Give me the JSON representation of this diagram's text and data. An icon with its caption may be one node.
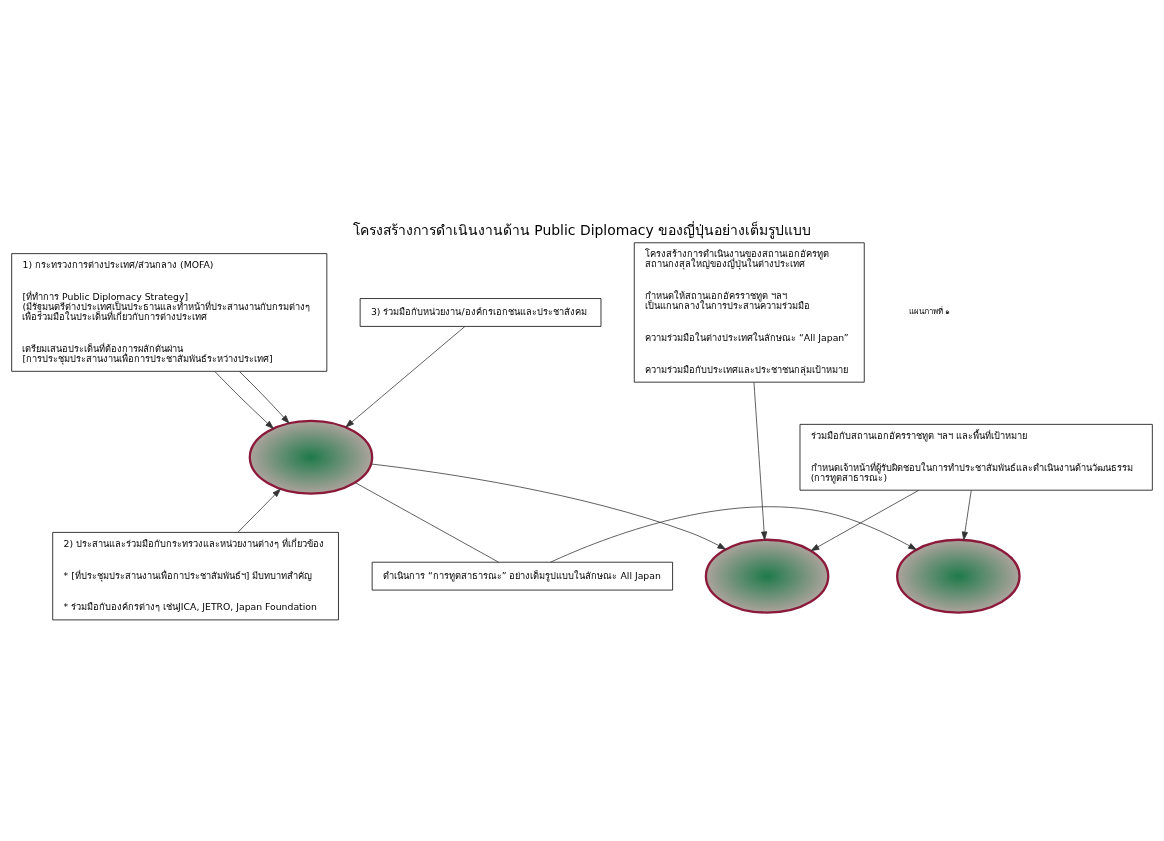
{
  "diagram": {
    "title": "โครงสร้างการดำเนินงานด้าน Public Diplomacy ของญี่ปุ่นอย่างเต็มรูปแบบ",
    "nodes": [
      {
        "text": [
          "1) กระทรวงการต่างประเทศ/ส่วนกลาง (MOFA)",
          "[ที่ทำการ Public Diplomacy Strategy] (มีรัฐมนตรีต่างประเทศเป็นประธานและทำหน้าที่ประสานงานกับกรมต่างๆ เพื่อร่วมมือในประเด็นที่เกี่ยวกับการต่างประเทศ",
          "เตรียมเสนอประเด็นที่ต้องการผลักดันผ่าน [การประชุมประสานงานเพื่อการประชาสัมพันธ์ระหว่างประเทศ]"
        ]
      },
      {
        "text": [],
        "shape": "ellipse"
      },
      {
        "text": [
          "ดำเนินการ “การทูตสาธารณะ” อย่างเต็มรูปแบบในลักษณะ All Japan"
        ]
      },
      {
        "text": [],
        "shape": "ellipse"
      },
      {
        "text": [
          "ร่วมมือกับสถานเอกอัครราชทูต ฯลฯ และพื้นที่เป้าหมาย",
          "กำหนดเจ้าหน้าที่ผู้รับผิดชอบในการทำประชาสัมพันธ์และดำเนินงานด้านวัฒนธรรม (การทูตสาธารณะ)"
        ]
      },
      {
        "text": [],
        "shape": "ellipse"
      },
      {
        "text": [
          "2) ประสานและร่วมมือกับกระทรวงและหน่วยงานต่างๆ ที่เกี่ยวข้อง",
          "* [ที่ประชุมประสานงานเพื่อกาประชาสัมพันธ์ฯ] มีบทบาทสำคัญ",
          "* ร่วมมือกับองค์กรต่างๆ เช่นJICA, JETRO, Japan Foundation"
        ]
      },
      {
        "text": [
          "3) ร่วมมือกับหน่วยงาน/องค์กรเอกชนและประชาสังคม"
        ]
      },
      {
        "text": [
          "โครงสร้างการดำเนินงานของสถานเอกอัครทูต สถานกงสุลใหญ่ของญี่ปุ่นในต่างประเทศ",
          "กำหนดให้สถานเอกอัครราชทูต ฯลฯ เป็นแกนกลางในการประสานความร่วมมือ",
          "ความร่วมมือในต่างประเทศในลักษณะ “All Japan”",
          "ความร่วมมือกับประเทศและประชาชนกลุ่มเป้าหมาย"
        ]
      }
    ],
    "edges": [
      {
        "from": 0,
        "to": 1,
        "arrow": "to"
      },
      {
        "from": 0,
        "to": 1,
        "arrow": "to"
      },
      {
        "from": 1,
        "to": 2,
        "arrow": "none"
      },
      {
        "from": 2,
        "to": 3,
        "arrow": "to"
      },
      {
        "from": 1,
        "to": 5,
        "arrow": "to"
      },
      {
        "from": 4,
        "to": 3,
        "arrow": "to"
      },
      {
        "from": 4,
        "to": 5,
        "arrow": "to"
      },
      {
        "from": 6,
        "to": 1,
        "arrow": "to"
      },
      {
        "from": 7,
        "to": 1,
        "arrow": "to"
      },
      {
        "from": 8,
        "to": 5,
        "arrow": "to"
      }
    ],
    "labels": [
      "แผนภาพที่ ๑"
    ]
  }
}
